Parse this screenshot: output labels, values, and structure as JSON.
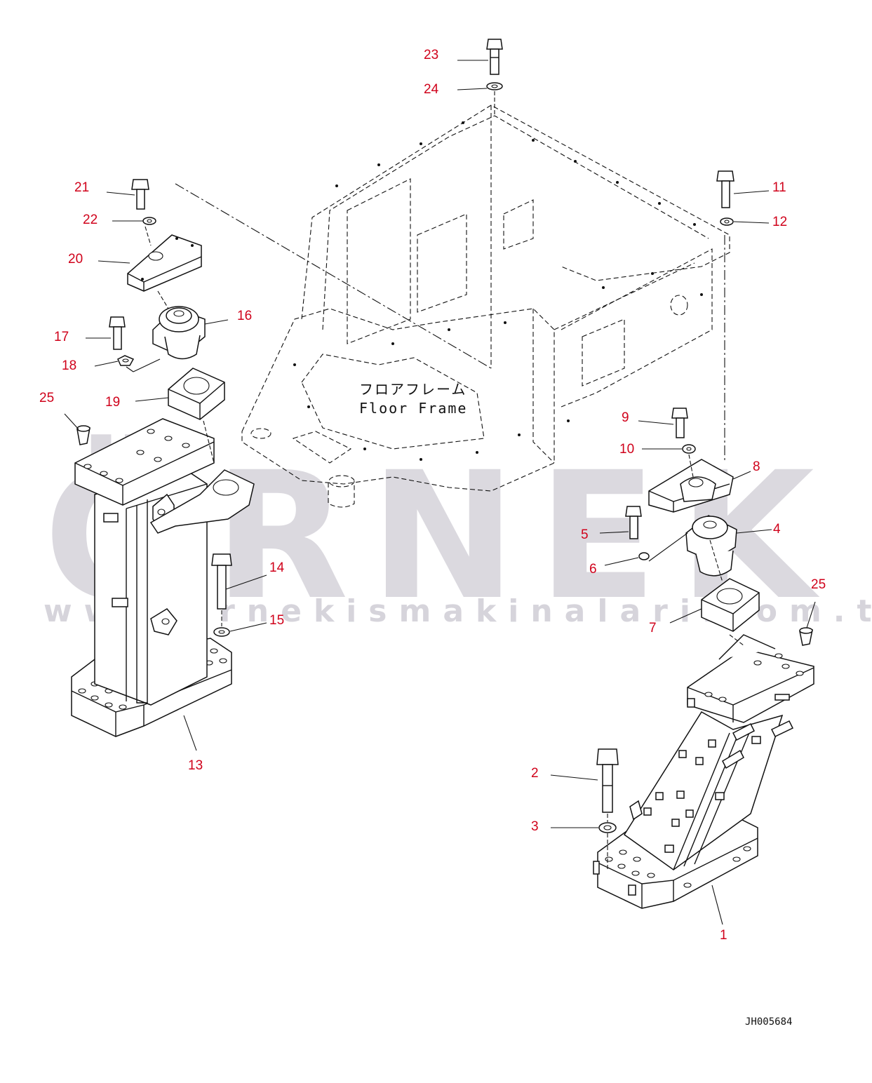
{
  "watermark": {
    "brand": "ÖRNEK",
    "url": "www.ornekismakinalari.com.tr"
  },
  "frame_caption": {
    "japanese": "フロアフレーム",
    "english": "Floor Frame"
  },
  "drawing_number": "JH005684",
  "callouts": [
    "1",
    "2",
    "3",
    "4",
    "5",
    "6",
    "7",
    "8",
    "9",
    "10",
    "11",
    "12",
    "13",
    "14",
    "15",
    "16",
    "17",
    "18",
    "19",
    "20",
    "21",
    "22",
    "23",
    "24",
    "25",
    "25"
  ],
  "colors": {
    "callout": "#d0021b",
    "linework": "#111111",
    "watermark": "#cfcdd5",
    "accent": "#f5c518"
  }
}
